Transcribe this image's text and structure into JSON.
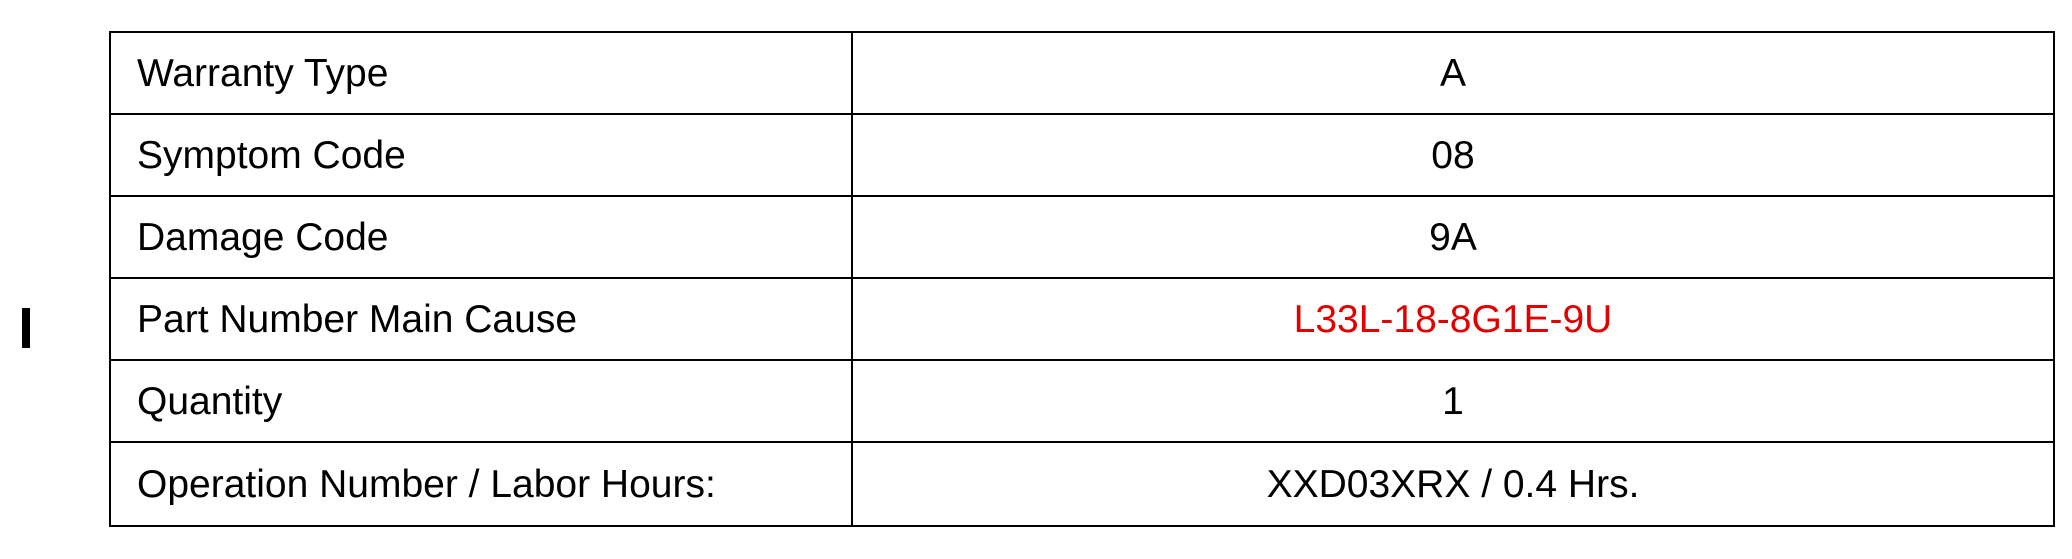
{
  "table": {
    "rows": [
      {
        "label": "Warranty Type",
        "value": "A"
      },
      {
        "label": "Symptom Code",
        "value": "08"
      },
      {
        "label": "Damage Code",
        "value": "9A"
      },
      {
        "label": "Part Number Main Cause",
        "value": "L33L-18-8G1E-9U",
        "value_color": "#e00000"
      },
      {
        "label": "Quantity",
        "value": "1"
      },
      {
        "label": "Operation Number / Labor Hours:",
        "value": "XXD03XRX / 0.4 Hrs."
      }
    ]
  },
  "colors": {
    "text": "#000000",
    "highlight": "#e00000",
    "border": "#000000"
  }
}
